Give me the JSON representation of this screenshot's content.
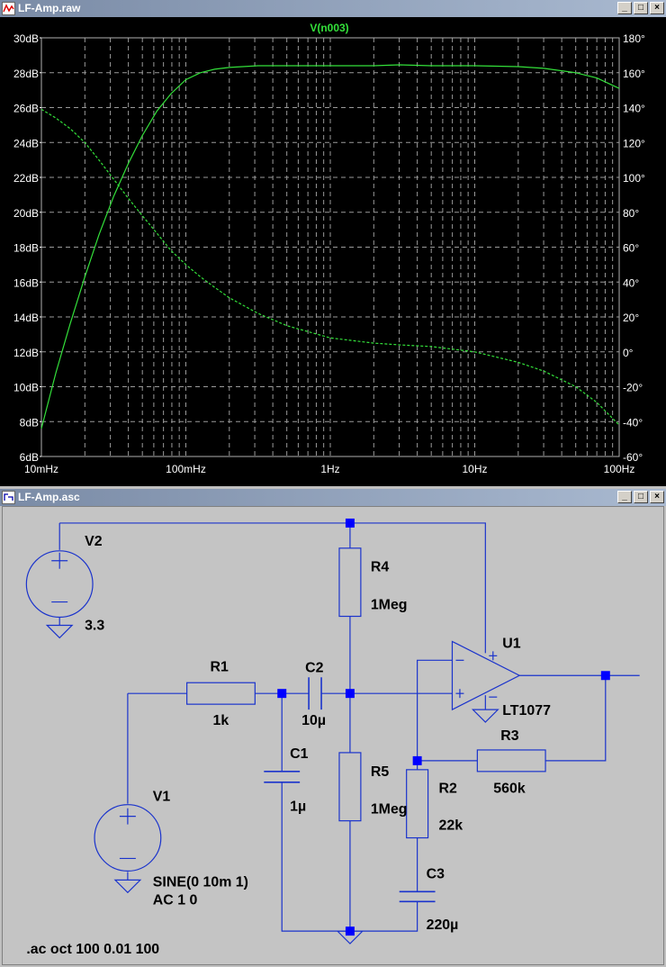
{
  "plot_window": {
    "title": "LF-Amp.raw",
    "trace_name": "V(n003)",
    "left_ticks": [
      "30dB",
      "28dB",
      "26dB",
      "24dB",
      "22dB",
      "20dB",
      "18dB",
      "16dB",
      "14dB",
      "12dB",
      "10dB",
      "8dB",
      "6dB"
    ],
    "right_ticks": [
      "180°",
      "160°",
      "140°",
      "120°",
      "100°",
      "80°",
      "60°",
      "40°",
      "20°",
      "0°",
      "-20°",
      "-40°",
      "-60°"
    ],
    "x_ticks": [
      "10mHz",
      "100mHz",
      "1Hz",
      "10Hz",
      "100Hz"
    ],
    "buttons": {
      "minimize": "_",
      "maximize": "□",
      "close": "×"
    }
  },
  "chart_data": {
    "type": "line",
    "x_scale": "log",
    "xlim": [
      0.01,
      100
    ],
    "ylim": [
      6,
      30
    ],
    "y2lim": [
      -60,
      180
    ],
    "grid": true,
    "series": [
      {
        "name": "V(n003)",
        "axis": "magnitude_dB",
        "style": "solid",
        "x": [
          0.01,
          0.0126,
          0.0158,
          0.02,
          0.025,
          0.0316,
          0.04,
          0.05,
          0.063,
          0.079,
          0.1,
          0.126,
          0.158,
          0.2,
          0.316,
          0.5,
          1,
          2,
          3,
          5,
          10,
          20,
          30,
          50,
          70,
          100
        ],
        "values": [
          7.6,
          10.8,
          13.6,
          16.3,
          18.7,
          20.9,
          22.8,
          24.4,
          25.8,
          26.8,
          27.6,
          28.0,
          28.2,
          28.3,
          28.4,
          28.4,
          28.4,
          28.4,
          28.45,
          28.4,
          28.4,
          28.35,
          28.25,
          28.0,
          27.7,
          27.1
        ]
      },
      {
        "name": "V(n003)",
        "axis": "phase_deg",
        "style": "dashed",
        "x": [
          0.01,
          0.0126,
          0.0158,
          0.02,
          0.025,
          0.0316,
          0.04,
          0.05,
          0.063,
          0.079,
          0.1,
          0.126,
          0.158,
          0.2,
          0.316,
          0.5,
          1,
          2,
          3,
          5,
          10,
          20,
          30,
          50,
          70,
          100
        ],
        "values": [
          139,
          134,
          128,
          120,
          110,
          99,
          88,
          78,
          68,
          58,
          50,
          43,
          37,
          31,
          22,
          15,
          8,
          5,
          4,
          3,
          0,
          -6,
          -11,
          -20,
          -29,
          -42
        ]
      }
    ]
  },
  "schematic_window": {
    "title": "LF-Amp.asc",
    "buttons": {
      "minimize": "_",
      "maximize": "□",
      "close": "×"
    },
    "labels": {
      "V2": "V2",
      "V2_value": "3.3",
      "V1": "V1",
      "V1_value1": "SINE(0 10m 1)",
      "V1_value2": "AC 1 0",
      "R1": "R1",
      "R1_value": "1k",
      "C2": "C2",
      "C2_value": "10µ",
      "C1": "C1",
      "C1_value": "1µ",
      "R4": "R4",
      "R4_value": "1Meg",
      "R5": "R5",
      "R5_value": "1Meg",
      "U1": "U1",
      "U1_value": "LT1077",
      "R3": "R3",
      "R3_value": "560k",
      "R2": "R2",
      "R2_value": "22k",
      "C3": "C3",
      "C3_value": "220µ",
      "directive": ".ac oct 100 0.01 100"
    }
  },
  "colors": {
    "plot_bg": "#000000",
    "trace": "#33e03a",
    "grid": "#9a9a9a",
    "wire": "#1a33cc",
    "junction": "#0000ff",
    "schematic_bg": "#c4c4c4"
  }
}
